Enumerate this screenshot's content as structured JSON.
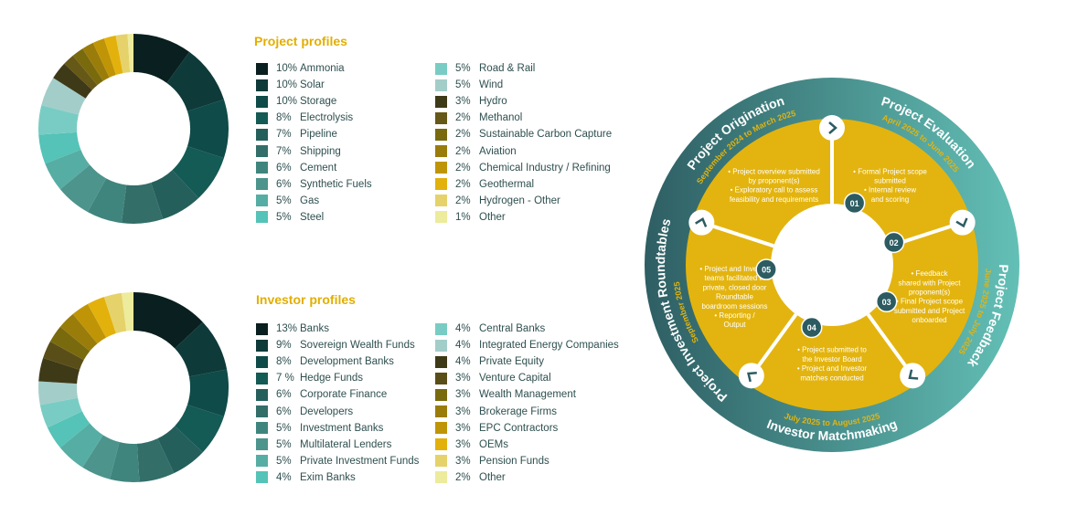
{
  "colors": {
    "title": "#E3AE00",
    "cycle_outer_dark": "#2E5E63",
    "cycle_outer_light": "#63C0B6",
    "cycle_gold": "#E3B40F",
    "cycle_badge": "#2C5C62",
    "cycle_date_text": "#E3B40F"
  },
  "project_profiles": {
    "title": "Project profiles",
    "chart_data": {
      "type": "pie",
      "title": "Project profiles",
      "categories": [
        "Ammonia",
        "Solar",
        "Storage",
        "Electrolysis",
        "Pipeline",
        "Shipping",
        "Cement",
        "Synthetic Fuels",
        "Gas",
        "Steel",
        "Road & Rail",
        "Wind",
        "Hydro",
        "Methanol",
        "Sustainable Carbon Capture",
        "Aviation",
        "Chemical Industry / Refining",
        "Geothermal",
        "Hydrogen - Other",
        "Other"
      ],
      "values": [
        10,
        10,
        10,
        8,
        7,
        7,
        6,
        6,
        5,
        5,
        5,
        5,
        3,
        2,
        2,
        2,
        2,
        2,
        2,
        1
      ],
      "value_labels": [
        "10%",
        "10%",
        "10%",
        "8%",
        "7%",
        "7%",
        "6%",
        "6%",
        "5%",
        "5%",
        "5%",
        "5%",
        "3%",
        "2%",
        "2%",
        "2%",
        "2%",
        "2%",
        "2%",
        "1%"
      ],
      "colors": [
        "#0A1F1F",
        "#0F3A3A",
        "#0E4B49",
        "#145A55",
        "#255F5B",
        "#336E69",
        "#3F857E",
        "#4C948C",
        "#56ADA4",
        "#55C3B7",
        "#79CCC4",
        "#A3CDC9",
        "#3E3A18",
        "#665816",
        "#7A6A0E",
        "#9A7C0A",
        "#BF9507",
        "#E3B10B",
        "#E6D26A",
        "#EDEB9C"
      ]
    }
  },
  "investor_profiles": {
    "title": "Investor profiles",
    "chart_data": {
      "type": "pie",
      "title": "Investor profiles",
      "categories": [
        "Banks",
        "Sovereign Wealth Funds",
        "Development Banks",
        "Hedge Funds",
        "Corporate Finance",
        "Developers",
        "Investment Banks",
        "Multilateral Lenders",
        "Private Investment Funds",
        "Exim Banks",
        "Central Banks",
        "Integrated Energy Companies",
        "Private Equity",
        "Venture Capital",
        "Wealth Management",
        "Brokerage Firms",
        "EPC Contractors",
        "OEMs",
        "Pension Funds",
        "Other"
      ],
      "values": [
        13,
        9,
        8,
        7,
        6,
        6,
        5,
        5,
        5,
        4,
        4,
        4,
        4,
        3,
        3,
        3,
        3,
        3,
        3,
        2
      ],
      "value_labels": [
        "13%",
        "9%",
        "8%",
        "7 %",
        "6%",
        "6%",
        "5%",
        "5%",
        "5%",
        "4%",
        "4%",
        "4%",
        "4%",
        "3%",
        "3%",
        "3%",
        "3%",
        "3%",
        "3%",
        "2%"
      ],
      "colors": [
        "#0A1F1F",
        "#0F3A3A",
        "#0E4B49",
        "#145A55",
        "#255F5B",
        "#336E69",
        "#3F857E",
        "#4C948C",
        "#56ADA4",
        "#55C3B7",
        "#79CCC4",
        "#A3CDC9",
        "#3E3A18",
        "#5A4E18",
        "#7A6A0E",
        "#9A7C0A",
        "#BF9507",
        "#E3B10B",
        "#E6D26A",
        "#EDEB9C"
      ]
    }
  },
  "cycle": {
    "stages": [
      {
        "number": "01",
        "title": "Project Origination",
        "dates": "September 2024 to March 2025",
        "bullets": [
          "• Project overview submitted",
          "by proponent(s)",
          "• Exploratory call to assess",
          "feasibility and requirements"
        ]
      },
      {
        "number": "02",
        "title": "Project Evaluation",
        "dates": "April 2025 to June 2025",
        "bullets": [
          "• Formal Project scope",
          "submitted",
          "• Internal review",
          "and scoring"
        ]
      },
      {
        "number": "03",
        "title": "Project Feedback",
        "dates": "June 2025 to July 2025",
        "bullets": [
          "• Feedback",
          "shared with Project",
          "proponent(s)",
          "• Final Project scope",
          "submitted and Project",
          "onboarded"
        ]
      },
      {
        "number": "04",
        "title": "Investor Matchmaking",
        "dates": "July 2025 to August 2025",
        "bullets": [
          "• Project submitted to",
          "the Investor Board",
          "• Project and Investor",
          "matches conducted"
        ]
      },
      {
        "number": "05",
        "title": "Project Investment Roundtables",
        "dates": "September 2025",
        "bullets": [
          "• Project and Investor",
          "teams facilitated in",
          "private, closed door",
          "Roundtable",
          "boardroom sessions",
          "• Reporting /",
          "Output"
        ]
      }
    ]
  }
}
